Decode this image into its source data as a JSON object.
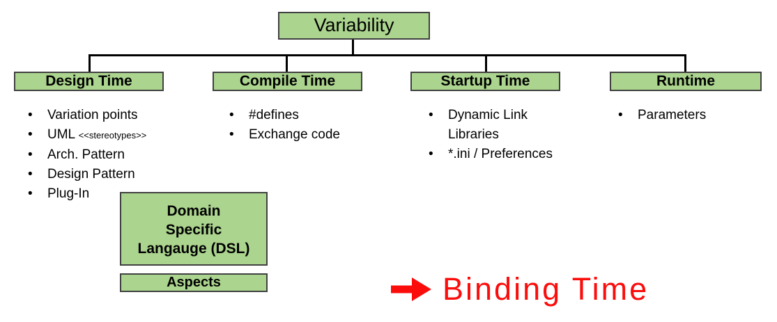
{
  "colors": {
    "box_fill": "#abd48e",
    "box_border": "#404040",
    "connector": "#000000",
    "accent_red": "#fb0d0b",
    "text": "#000000",
    "background": "#ffffff"
  },
  "root_box": {
    "label": "Variability"
  },
  "columns": [
    {
      "header": "Design Time",
      "items": [
        {
          "text": "Variation points"
        },
        {
          "text": "UML ",
          "small": "<<stereotypes>>"
        },
        {
          "text": "Arch. Pattern"
        },
        {
          "text": "Design Pattern"
        },
        {
          "text": "Plug-In"
        }
      ]
    },
    {
      "header": "Compile Time",
      "items": [
        {
          "text": "#defines"
        },
        {
          "text": "Exchange code"
        }
      ]
    },
    {
      "header": "Startup Time",
      "items": [
        {
          "text": "Dynamic Link Libraries"
        },
        {
          "text": "*.ini / Preferences"
        }
      ]
    },
    {
      "header": "Runtime",
      "items": [
        {
          "text": "Parameters"
        }
      ]
    }
  ],
  "dsl_box": {
    "lines": {
      "0": "Domain",
      "1": "Specific",
      "2": "Langauge (DSL)"
    }
  },
  "aspects_box": {
    "label": "Aspects"
  },
  "footer": {
    "arrow_icon": "right-arrow-icon",
    "label": "Binding Time",
    "bullet_char": "•"
  }
}
